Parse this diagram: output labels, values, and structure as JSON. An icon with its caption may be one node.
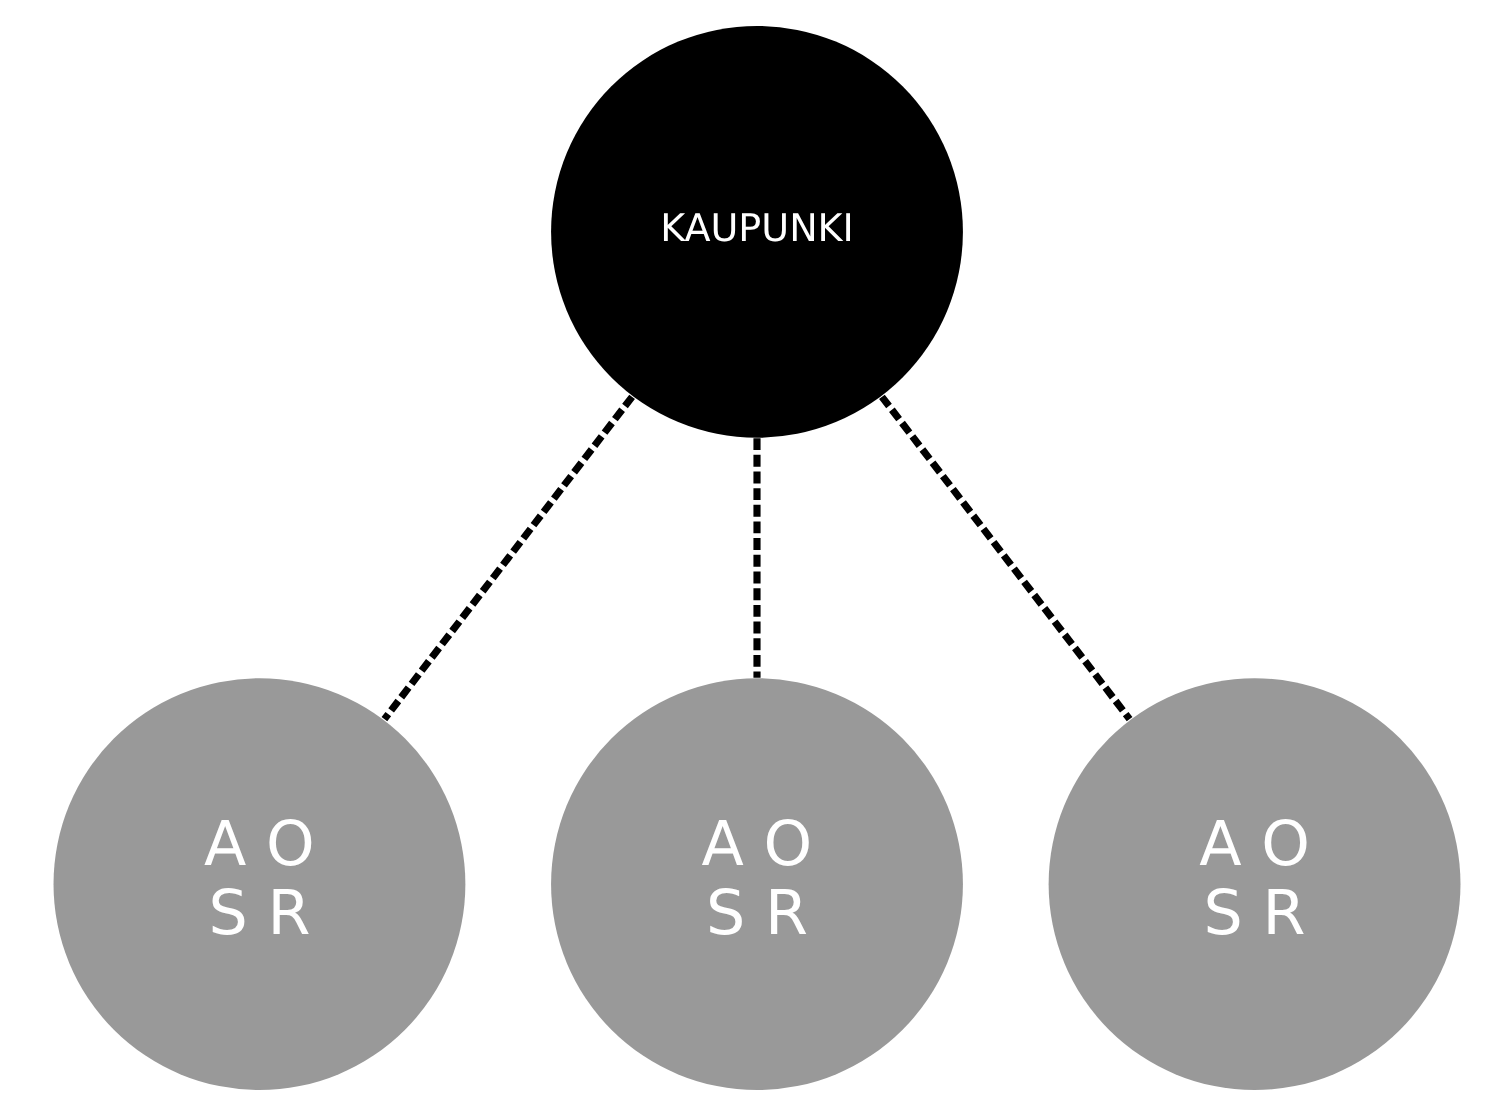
{
  "diagram": {
    "nodes": [
      {
        "text": [
          "KAUPUNKI"
        ]
      },
      {
        "text": [
          "A O",
          "S R"
        ]
      },
      {
        "text": [
          "A O",
          "S R"
        ]
      },
      {
        "text": [
          "A O",
          "S R"
        ]
      }
    ],
    "edges": [
      {
        "from": 0,
        "to": 1,
        "arrow": "none",
        "style": "dashed"
      },
      {
        "from": 0,
        "to": 2,
        "arrow": "none",
        "style": "dashed"
      },
      {
        "from": 0,
        "to": 3,
        "arrow": "none",
        "style": "dashed"
      }
    ]
  }
}
